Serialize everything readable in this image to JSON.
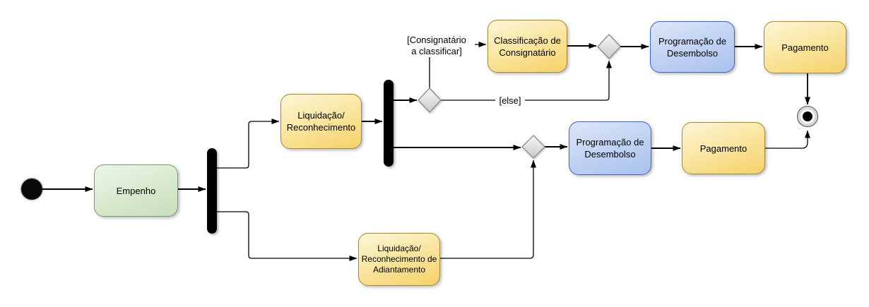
{
  "diagram": {
    "type": "uml-activity-diagram",
    "background": "#ffffff",
    "nodes": {
      "start": {
        "kind": "initial-node"
      },
      "empenho": {
        "label": "Empenho",
        "color_style": "green"
      },
      "liquidacao_reconhecimento": {
        "label": "Liquidação/\nReconhecimento",
        "color_style": "yellow"
      },
      "liquidacao_reconhecimento_adiantamento": {
        "label": "Liquidação/\nReconhecimento de\nAdiantamento",
        "color_style": "yellow"
      },
      "classificacao_consignatario": {
        "label": "Classificação de\nConsignatário",
        "color_style": "yellow"
      },
      "programacao_desembolso_top": {
        "label": "Programação de\nDesembolso",
        "color_style": "blue"
      },
      "pagamento_top": {
        "label": "Pagamento",
        "color_style": "yellow"
      },
      "programacao_desembolso_bottom": {
        "label": "Programação de\nDesembolso",
        "color_style": "blue"
      },
      "pagamento_bottom": {
        "label": "Pagamento",
        "color_style": "yellow"
      },
      "final": {
        "kind": "activity-final-node"
      }
    },
    "guards": {
      "consignatario": "[Consignatário\na classificar]",
      "else": "[else]"
    },
    "colors": {
      "action_yellow_border": "#a8892b",
      "action_yellow_gradient_top": "#fdf6d8",
      "action_yellow_gradient_bottom": "#f6d169",
      "action_green_border": "#7e9a6e",
      "action_green_gradient_top": "#edf5e8",
      "action_green_gradient_bottom": "#c8deb9",
      "action_blue_border": "#3a62c8",
      "action_blue_gradient_top": "#dce6f8",
      "action_blue_gradient_bottom": "#a9c1ee",
      "decision_border": "#8f8f8f",
      "decision_gradient_top": "#f8f8f8",
      "decision_gradient_bottom": "#c9c9c9",
      "edge_color": "#000000",
      "fork_bar_color": "#000000"
    }
  }
}
